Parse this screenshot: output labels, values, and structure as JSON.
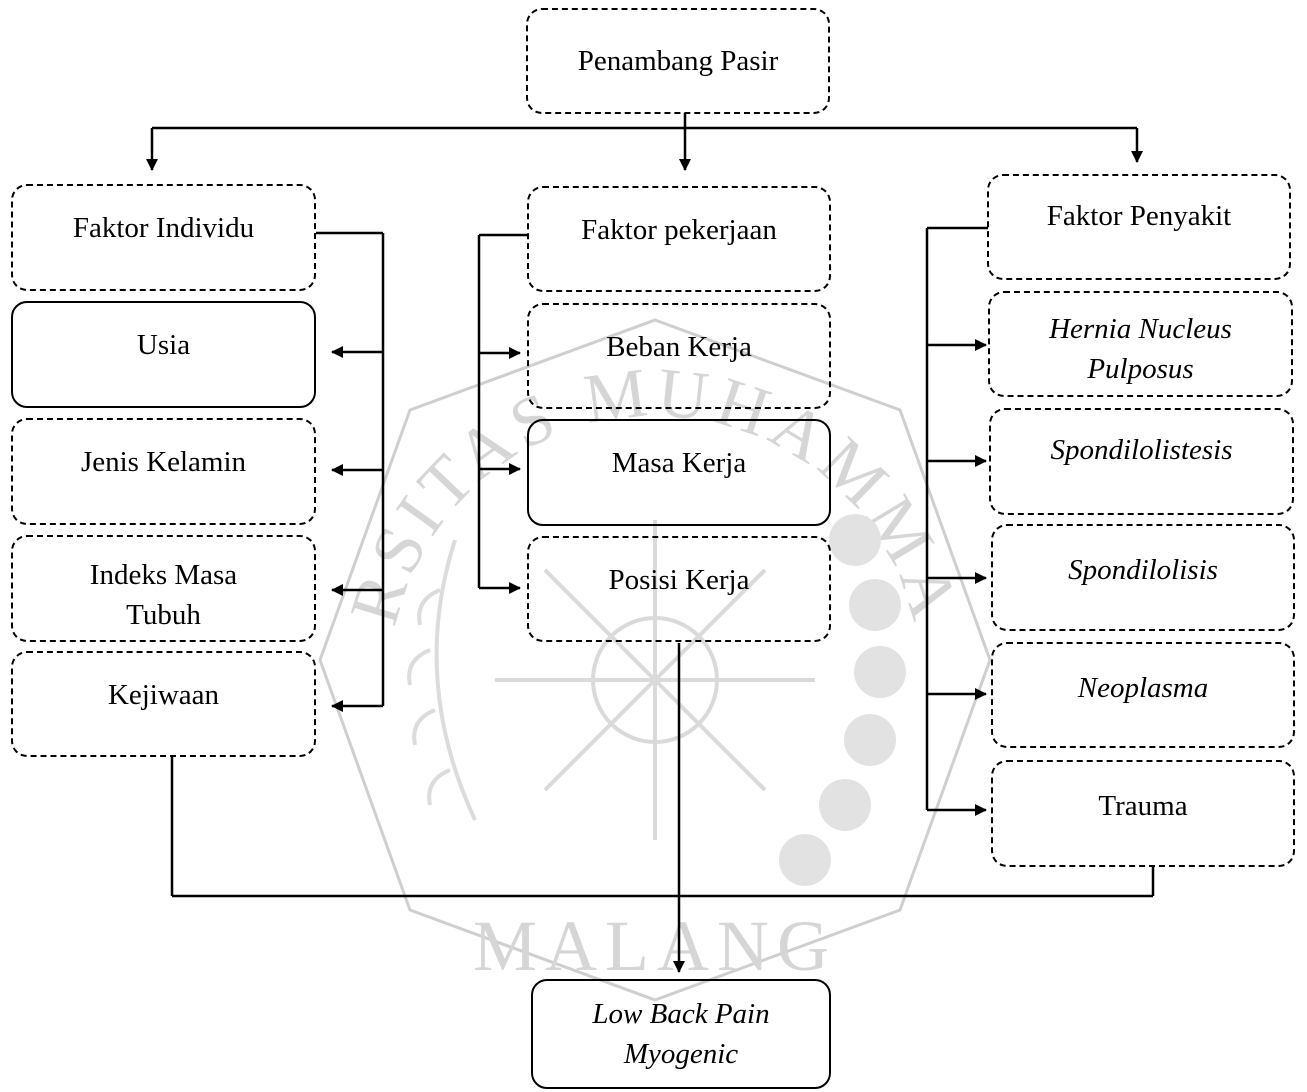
{
  "watermark": {
    "top_text": "UNIVERSITAS MUHAMMADIYAH",
    "bottom_text": "MALANG"
  },
  "nodes": {
    "root": "Penambang Pasir",
    "faktor_individu": "Faktor Individu",
    "usia": "Usia",
    "jenis_kelamin": "Jenis Kelamin",
    "imt_line1": "Indeks Masa",
    "imt_line2": "Tubuh",
    "kejiwaan": "Kejiwaan",
    "faktor_pekerjaan": "Faktor pekerjaan",
    "beban_kerja": "Beban Kerja",
    "masa_kerja": "Masa Kerja",
    "posisi_kerja": "Posisi Kerja",
    "faktor_penyakit": "Faktor Penyakit",
    "hnp_line1": "Hernia Nucleus",
    "hnp_line2": "Pulposus",
    "spondilolistesis": "Spondilolistesis",
    "spondilolisis": "Spondilolisis",
    "neoplasma": "Neoplasma",
    "trauma": "Trauma",
    "lbp_line1": "Low Back Pain",
    "lbp_line2": "Myogenic"
  }
}
